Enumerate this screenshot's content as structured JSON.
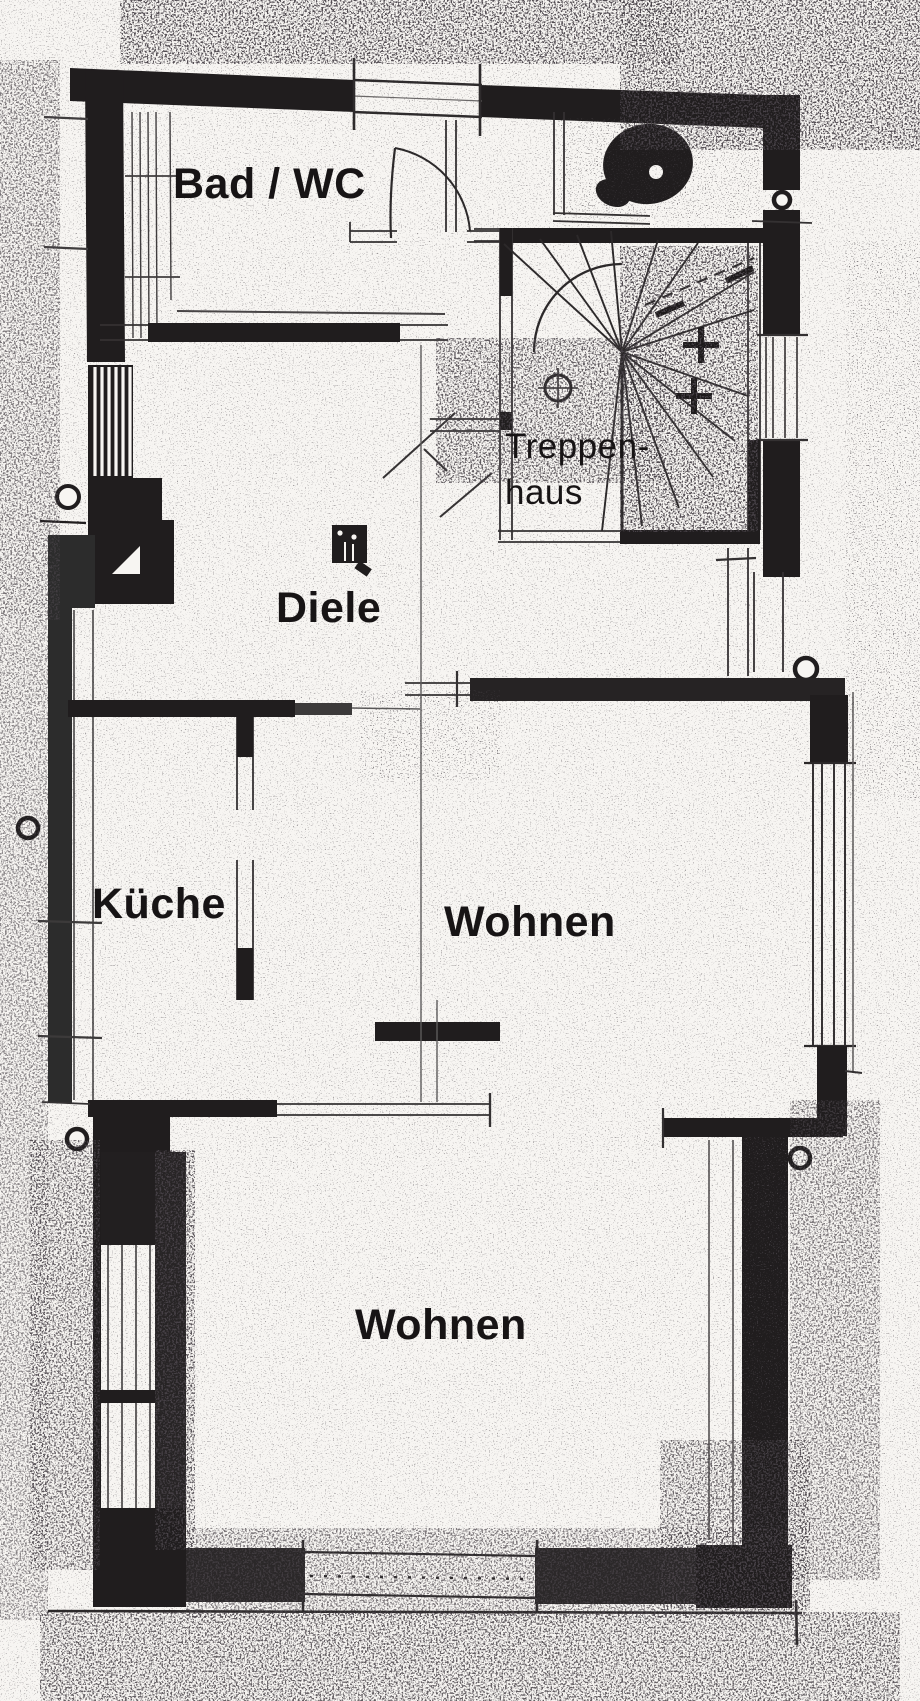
{
  "plan": {
    "type": "floor-plan",
    "labels": {
      "bad_wc": "Bad / WC",
      "treppenhaus_1": "Treppen-",
      "treppenhaus_2": "haus",
      "diele": "Diele",
      "kueche": "Küche",
      "wohnen_upper": "Wohnen",
      "wohnen_lower": "Wohnen"
    },
    "icons": [
      "toilet-icon",
      "door-swing-arc",
      "stair-winder",
      "newel-post-circle",
      "door-knob-circle",
      "cellar-steps",
      "chimney-block"
    ],
    "colors": {
      "ink": "#201d1e",
      "paper": "#f7f5f2",
      "thin_line": "#3c3a3a"
    }
  }
}
